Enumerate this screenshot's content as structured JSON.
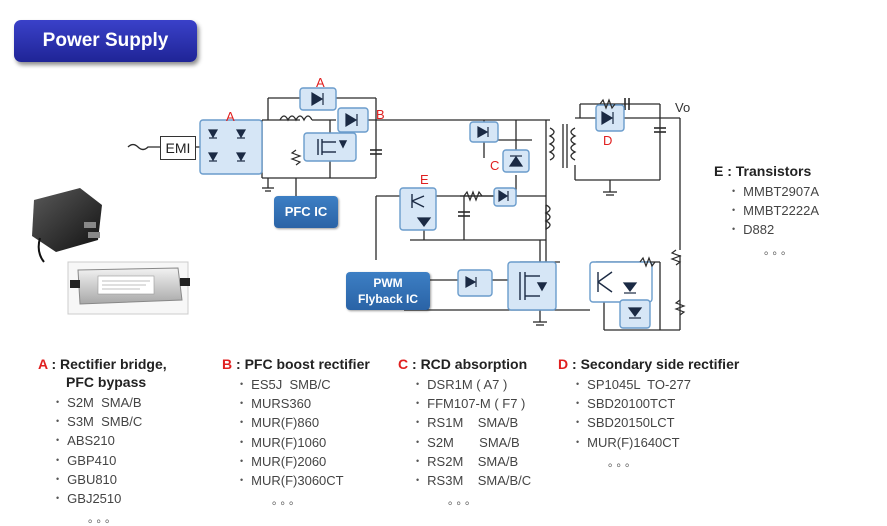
{
  "title": "Power Supply",
  "diagram": {
    "emi_label": "EMI",
    "pfc_ic_label": "PFC IC",
    "pwm_line1": "PWM",
    "pwm_line2": "Flyback IC",
    "vo_label": "Vo",
    "markers": {
      "a1": "A",
      "a2": "A",
      "b": "B",
      "c": "C",
      "d": "D",
      "e": "E"
    }
  },
  "panels": {
    "a": {
      "letter": "A",
      "heading": " : Rectifier bridge,",
      "heading2": "PFC bypass",
      "items": [
        "S2M  SMA/B",
        "S3M  SMB/C",
        "ABS210",
        "GBP410",
        "GBU810",
        "GBJ2510"
      ],
      "more": "。。。"
    },
    "b": {
      "letter": "B",
      "heading": " : PFC boost rectifier",
      "items": [
        "ES5J  SMB/C",
        "MURS360",
        "MUR(F)860",
        "MUR(F)1060",
        "MUR(F)2060",
        "MUR(F)3060CT"
      ],
      "more": "。。。"
    },
    "c": {
      "letter": "C",
      "heading": " : RCD absorption",
      "items": [
        "DSR1M ( A7 )",
        "FFM107-M ( F7 )",
        "RS1M    SMA/B",
        "S2M       SMA/B",
        "RS2M    SMA/B",
        "RS3M    SMA/B/C"
      ],
      "more": "。。。"
    },
    "d": {
      "letter": "D",
      "heading": " : Secondary side rectifier",
      "items": [
        "SP1045L  TO-277",
        "SBD20100TCT",
        "SBD20150LCT",
        "MUR(F)1640CT"
      ],
      "more": "。。。"
    },
    "e": {
      "heading": "E : Transistors",
      "items": [
        "MMBT2907A",
        "MMBT2222A",
        "D882"
      ],
      "more": "。。。"
    }
  }
}
